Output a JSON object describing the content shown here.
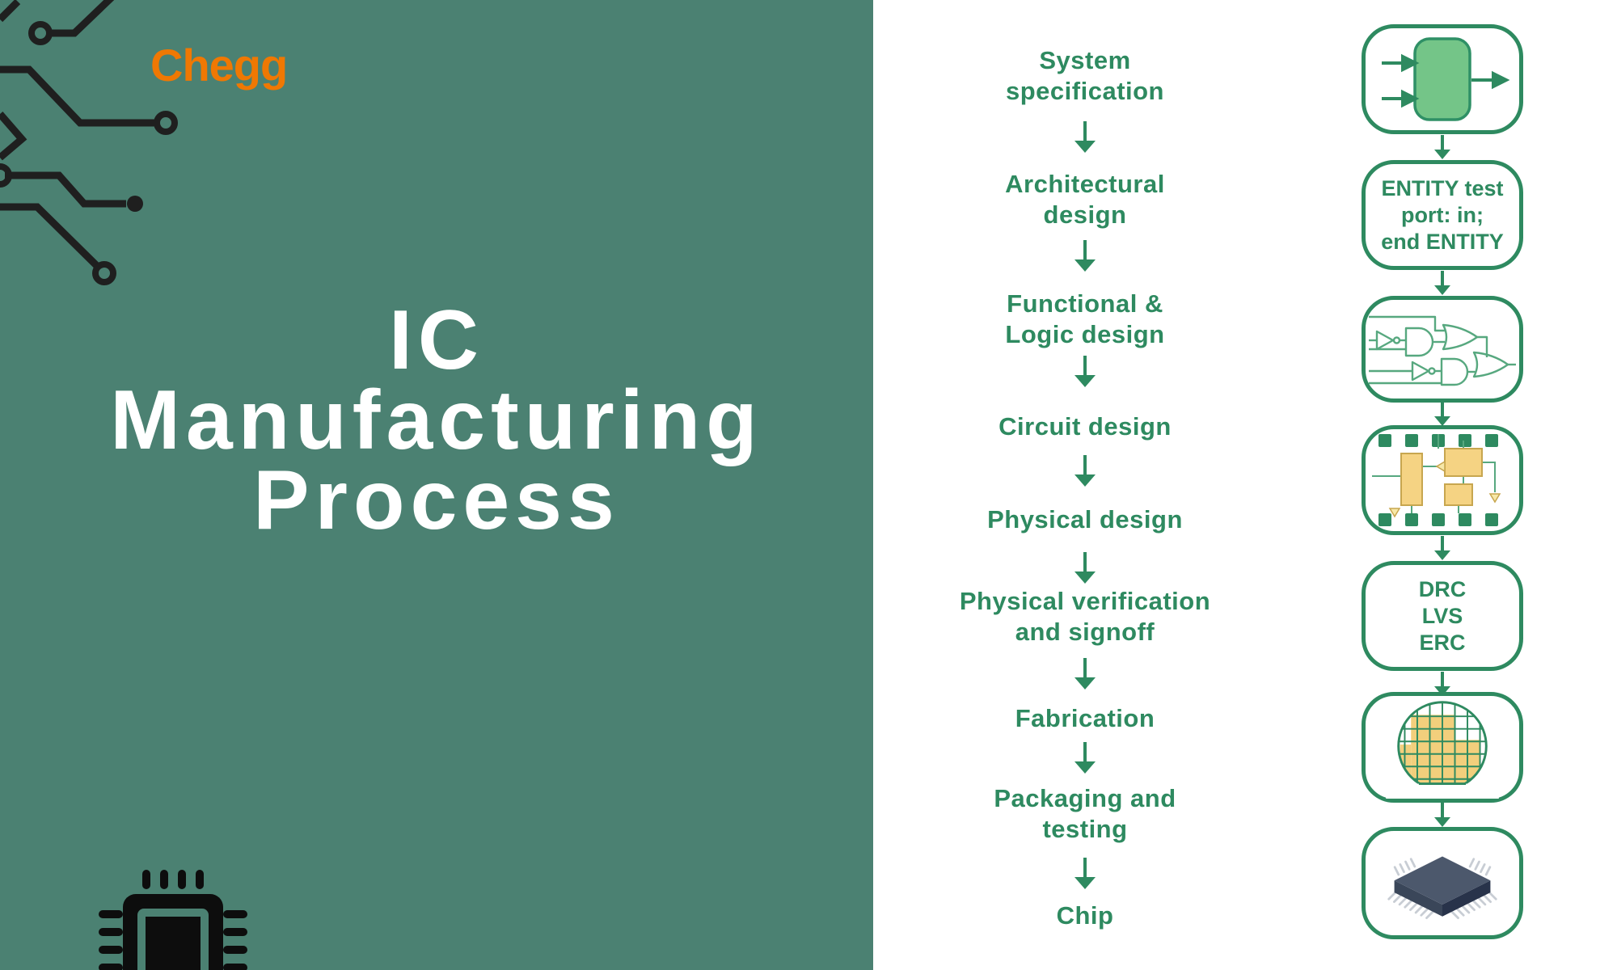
{
  "brand": {
    "name": "Chegg"
  },
  "left_panel": {
    "title_lines": [
      "IC",
      "Manufacturing",
      "Process"
    ]
  },
  "flowchart": {
    "steps": [
      {
        "lines": [
          "System",
          "specification"
        ]
      },
      {
        "lines": [
          "Architectural",
          "design"
        ]
      },
      {
        "lines": [
          "Functional &",
          "Logic design"
        ]
      },
      {
        "lines": [
          "Circuit design"
        ]
      },
      {
        "lines": [
          "Physical design"
        ]
      },
      {
        "lines": [
          "Physical verification",
          "and signoff"
        ]
      },
      {
        "lines": [
          "Fabrication"
        ]
      },
      {
        "lines": [
          "Packaging and",
          "testing"
        ]
      },
      {
        "lines": [
          "Chip"
        ]
      }
    ]
  },
  "stage_icons": {
    "icon_names": [
      "block-diagram-icon",
      "entity-code-box",
      "logic-gates-icon",
      "layout-icon",
      "checks-box",
      "wafer-icon",
      "chip-package-icon"
    ],
    "entity_box_lines": [
      "ENTITY test",
      "port: in;",
      "end ENTITY"
    ],
    "check_box_lines": [
      "DRC",
      "LVS",
      "ERC"
    ]
  },
  "colors": {
    "panel_green": "#4B8172",
    "flow_green": "#2E8A60",
    "accent_orange": "#EF7803",
    "light_green_fill": "#74C588",
    "yellow_fill": "#F5D383",
    "trace_black": "#1F1F1F",
    "chip_slate": "#4C586C"
  }
}
